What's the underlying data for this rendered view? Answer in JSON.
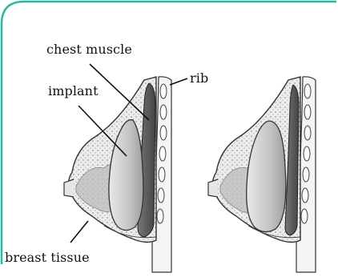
{
  "labels": {
    "chest_muscle": "chest muscle",
    "implant": "implant",
    "rib": "rib",
    "breast_tissue": "breast tissue"
  },
  "colors": {
    "frame": "#28b8a4",
    "outline": "#333333",
    "muscle": "#555555",
    "implant": "#c9c9c9",
    "tissue": "#d8d8d8",
    "skin": "#f0f0f0"
  }
}
